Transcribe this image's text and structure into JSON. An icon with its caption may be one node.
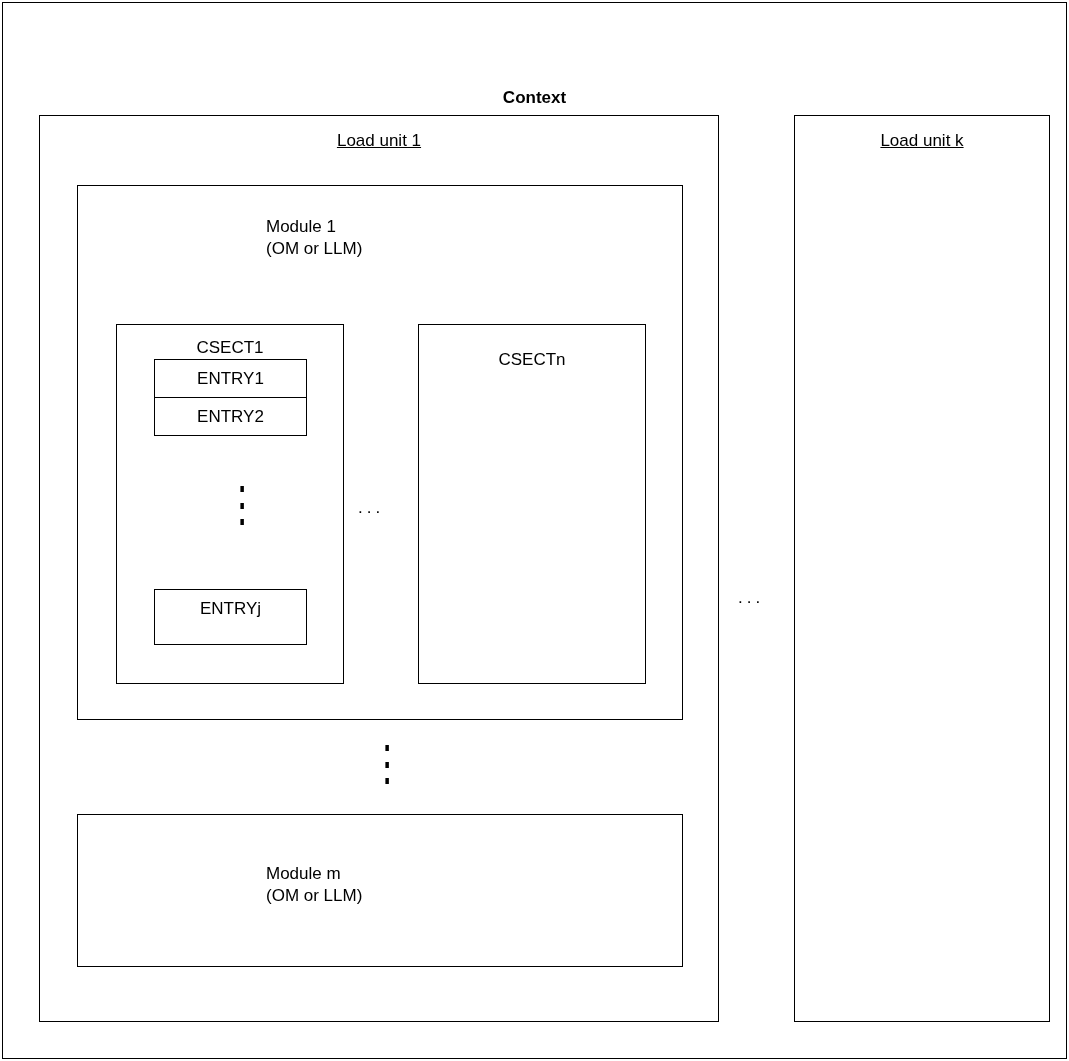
{
  "diagram": {
    "nodes": [
      {
        "text": [
          "Context"
        ]
      },
      {
        "text": [
          "Load unit 1"
        ],
        "in": 0
      },
      {
        "text": [
          "Module 1 (OM or LLM)"
        ],
        "in": 1
      },
      {
        "text": [
          "CSECT1"
        ],
        "in": 2
      },
      {
        "text": [
          "ENTRY1"
        ],
        "in": 3
      },
      {
        "text": [
          "ENTRY2"
        ],
        "in": 3
      },
      {
        "text": [
          "ENTRYj"
        ],
        "in": 3
      },
      {
        "text": [
          "CSECTn"
        ],
        "in": 2
      },
      {
        "text": [
          "Module m (OM or LLM)"
        ],
        "in": 1
      },
      {
        "text": [
          "Load unit k"
        ],
        "in": 0
      }
    ],
    "edges": [],
    "labels": [
      "⋮",
      "...",
      "...",
      "⋮"
    ]
  }
}
